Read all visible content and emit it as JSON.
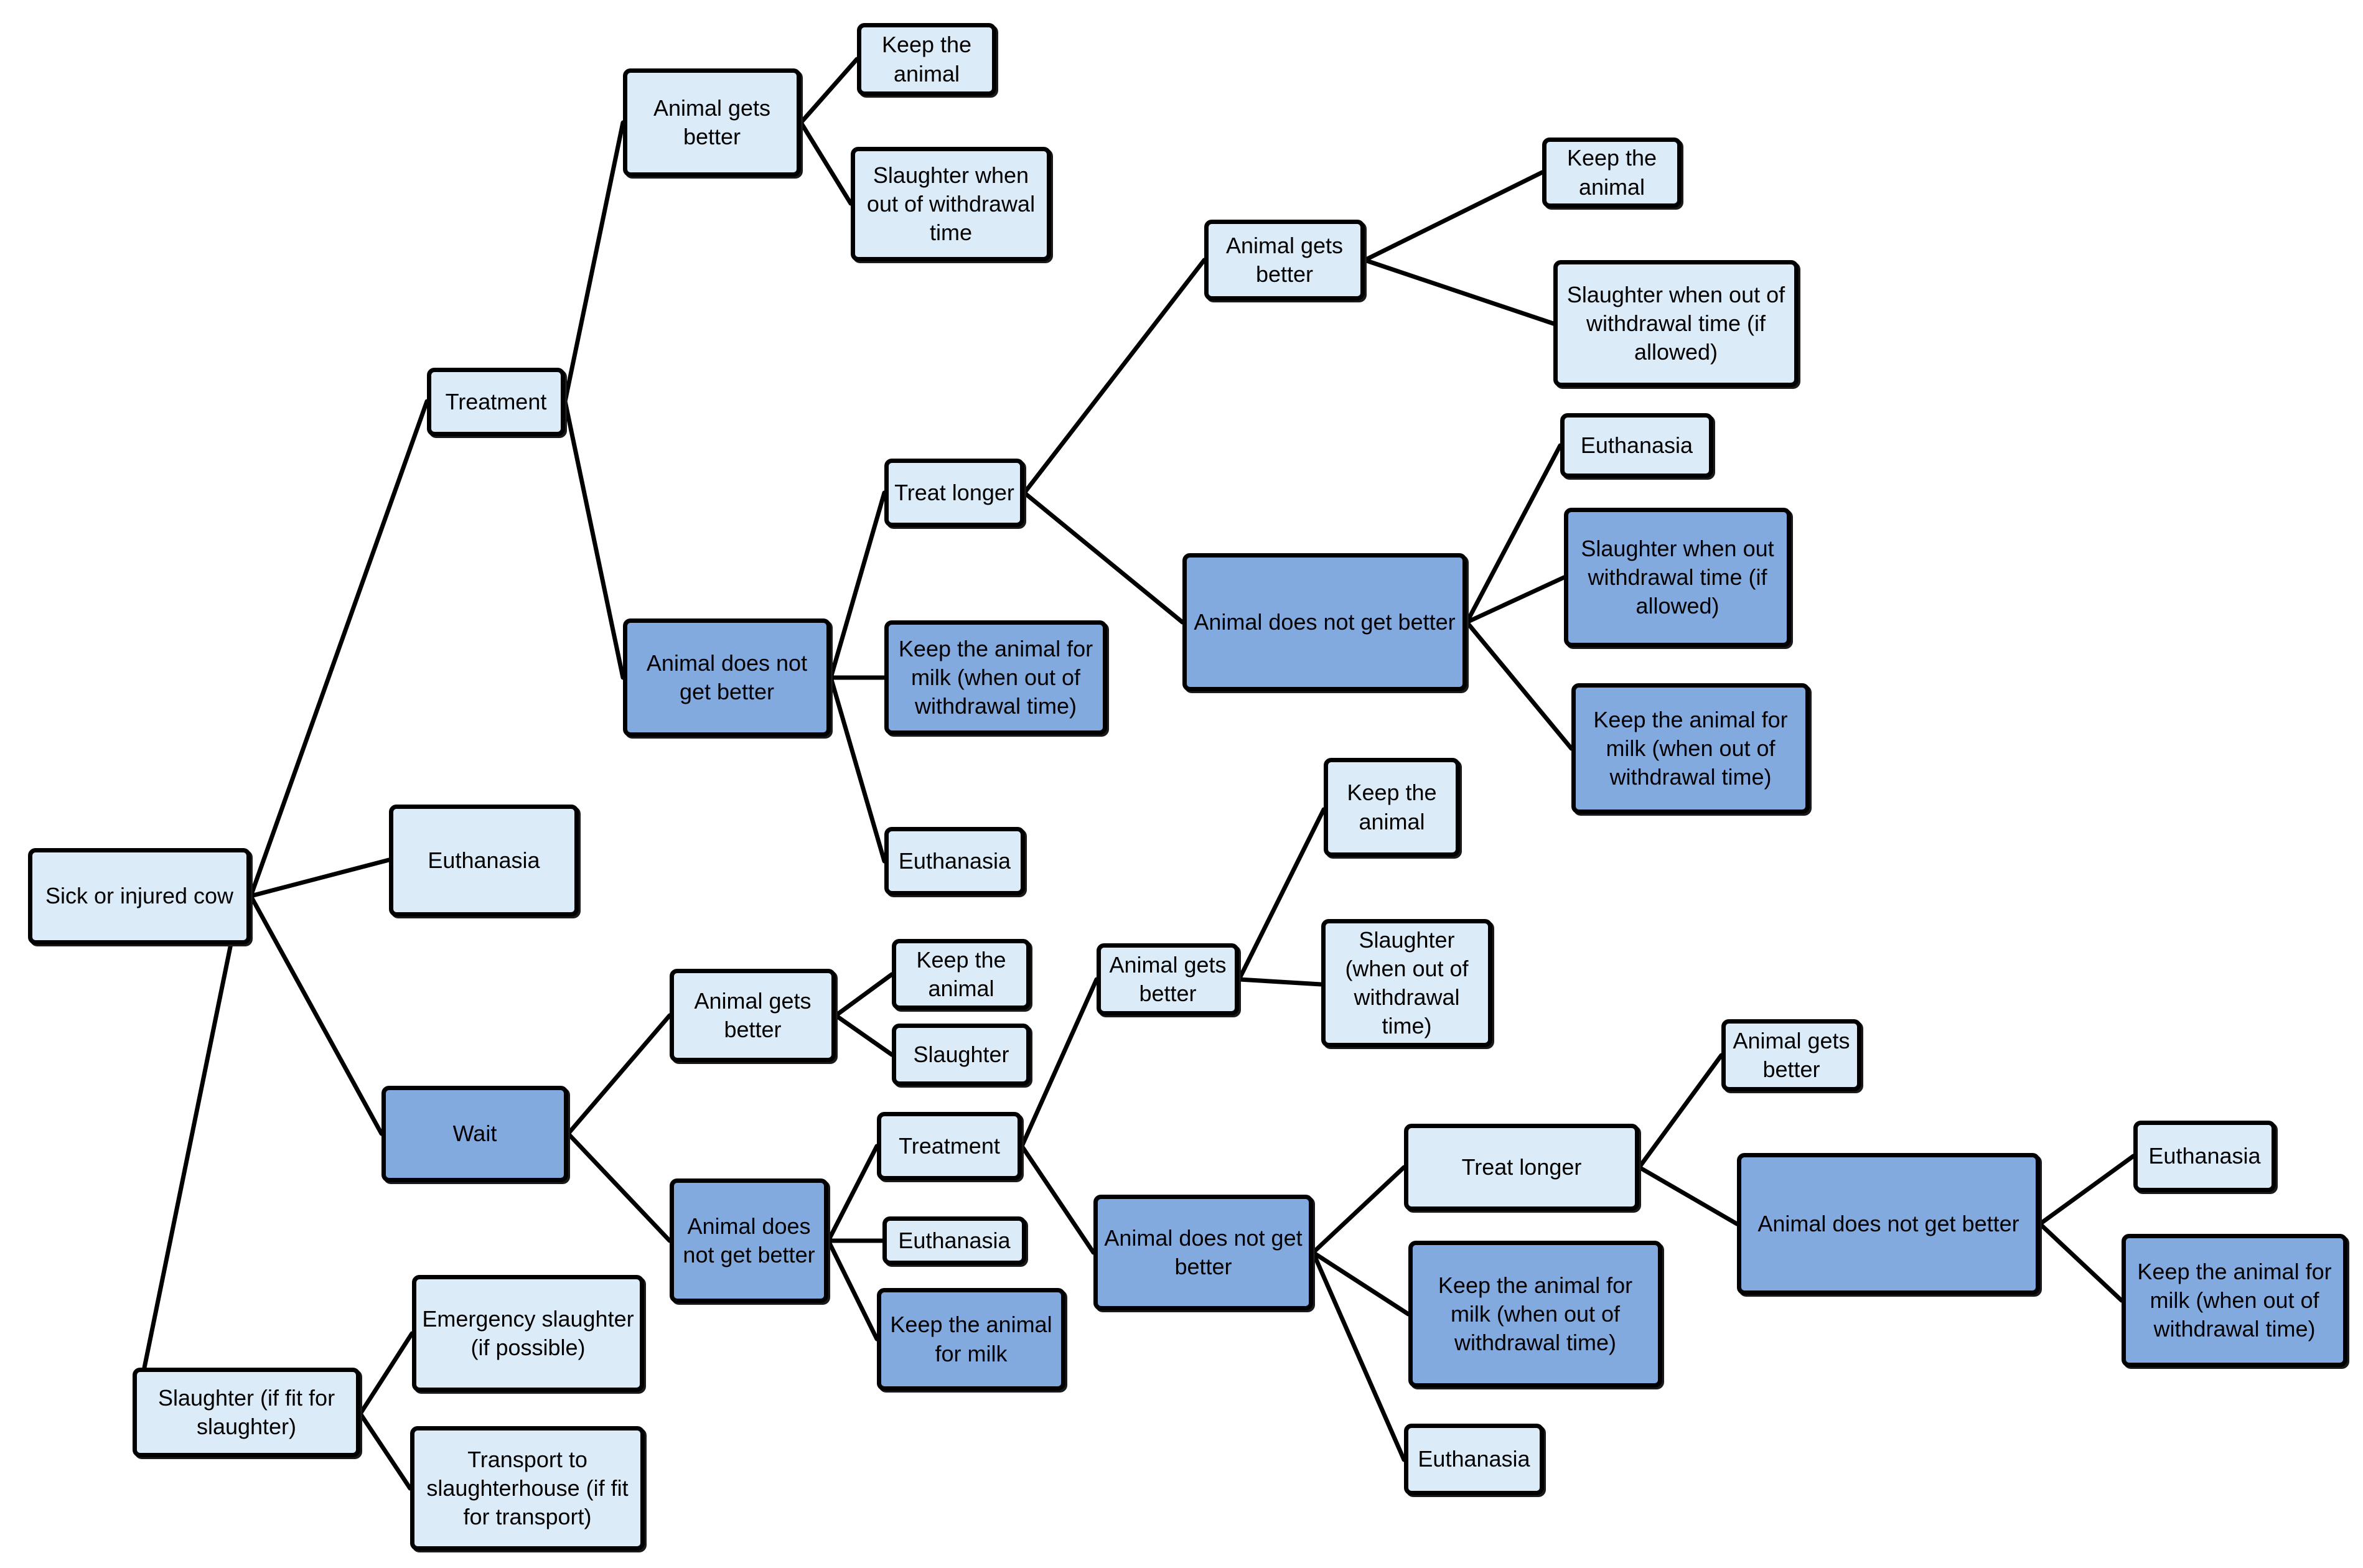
{
  "colors": {
    "light_fill": "#dcebf8",
    "dark_fill": "#82aadf",
    "border": "#000000",
    "edge": "#000000"
  },
  "nodes": {
    "root": "Sick or injured cow",
    "treatment": "Treatment",
    "euthanasia_main": "Euthanasia",
    "wait": "Wait",
    "slaughter_fit": "Slaughter (if fit for slaughter)",
    "t_better": "Animal gets better",
    "t_better_keep": "Keep the animal",
    "t_better_slaughter": "Slaughter when out of withdrawal time",
    "t_notbetter": "Animal does not get better",
    "t_nb_treat_longer": "Treat longer",
    "t_nb_keep_milk": "Keep the animal for milk (when out of withdrawal time)",
    "t_nb_euthanasia": "Euthanasia",
    "tl_better": "Animal gets better",
    "tl_better_keep": "Keep the animal",
    "tl_better_slaughter": "Slaughter when out of withdrawal time (if allowed)",
    "tl_notbetter": "Animal does not get better",
    "tl_nb_euthanasia": "Euthanasia",
    "tl_nb_slaughter": "Slaughter when out withdrawal time (if allowed)",
    "tl_nb_keep_milk": "Keep the animal for milk (when out of withdrawal time)",
    "w_better": "Animal gets better",
    "w_better_keep": "Keep the animal",
    "w_better_slaughter": "Slaughter",
    "w_notbetter": "Animal does not get better",
    "w_nb_treatment": "Treatment",
    "w_nb_euthanasia": "Euthanasia",
    "w_nb_keep_milk": "Keep the animal for milk",
    "wt_better": "Animal gets better",
    "wt_better_keep": "Keep the animal",
    "wt_better_slaughter": "Slaughter (when out of withdrawal time)",
    "wt_notbetter": "Animal does not get better",
    "wt_nb_treat_longer": "Treat longer",
    "wt_nb_keep_milk": "Keep the animal for milk (when out of withdrawal time)",
    "wt_nb_euthanasia": "Euthanasia",
    "wtl_better": "Animal gets better",
    "wtl_notbetter": "Animal does not get better",
    "wtl_nb_euthanasia": "Euthanasia",
    "wtl_nb_keep_milk": "Keep the animal for milk (when out of withdrawal time)",
    "s_emergency": "Emergency slaughter (if possible)",
    "s_transport": "Transport to slaughterhouse (if fit for transport)"
  }
}
